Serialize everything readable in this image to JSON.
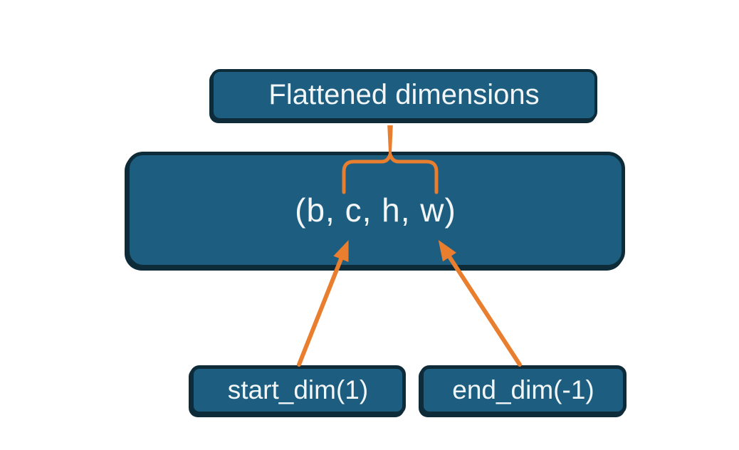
{
  "colors": {
    "background": "#FFFFFF",
    "node_fill": "#1D5E80",
    "node_border": "#0E2B39",
    "node_text": "#F2F6F7",
    "connector": "#E87E2E"
  },
  "nodes": {
    "flattened": {
      "label": "Flattened dimensions"
    },
    "tensor": {
      "label": "(b, c, h, w)"
    },
    "start_dim": {
      "label": "start_dim(1)"
    },
    "end_dim": {
      "label": "end_dim(-1)"
    }
  },
  "icons": {
    "brace": "curly-brace-down-icon",
    "start_arrow": "arrow-up-icon",
    "end_arrow": "arrow-up-icon"
  }
}
